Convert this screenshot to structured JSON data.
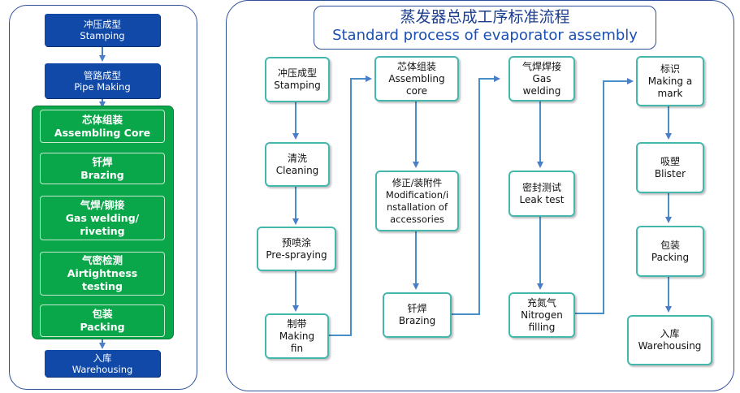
{
  "left_flow": {
    "stamping": {
      "zh": "冲压成型",
      "en": "Stamping"
    },
    "pipe_making": {
      "zh": "管路成型",
      "en": "Pipe Making"
    },
    "assembling_core": {
      "zh": "芯体组装",
      "en": "Assembling Core"
    },
    "brazing": {
      "zh": "钎焊",
      "en": "Brazing"
    },
    "gas_welding": {
      "zh": "气焊/铆接",
      "en1": "Gas welding/",
      "en2": "riveting"
    },
    "airtightness": {
      "zh": "气密检测",
      "en1": "Airtightness",
      "en2": "testing"
    },
    "packing": {
      "zh": "包装",
      "en": "Packing"
    },
    "warehousing": {
      "zh": "入库",
      "en": "Warehousing"
    }
  },
  "title": {
    "zh": "蒸发器总成工序标准流程",
    "en": "Standard process of evaporator assembly"
  },
  "right_flow": {
    "stamping": {
      "zh": "冲压成型",
      "en": "Stamping"
    },
    "cleaning": {
      "zh": "清洗",
      "en": "Cleaning"
    },
    "pre_spraying": {
      "zh": "预喷涂",
      "en": "Pre-spraying"
    },
    "making_fin": {
      "zh": "制带",
      "en1": "Making",
      "en2": "fin"
    },
    "assembling_core": {
      "zh": "芯体组装",
      "en1": "Assembling",
      "en2": "core"
    },
    "modification": {
      "zh": "修正/装附件",
      "en1": "Modification/i",
      "en2": "nstallation of",
      "en3": "accessories"
    },
    "brazing": {
      "zh": "钎焊",
      "en": "Brazing"
    },
    "gas_welding": {
      "zh": "气焊焊接",
      "en1": "Gas",
      "en2": "welding"
    },
    "leak_test": {
      "zh": "密封测试",
      "en": "Leak test"
    },
    "nitrogen": {
      "zh": "充氮气",
      "en1": "Nitrogen",
      "en2": "filling"
    },
    "making_mark": {
      "zh": "标识",
      "en1": "Making a",
      "en2": "mark"
    },
    "blister": {
      "zh": "吸塑",
      "en": "Blister"
    },
    "packing": {
      "zh": "包装",
      "en": "Packing"
    },
    "warehousing": {
      "zh": "入库",
      "en": "Warehousing"
    }
  },
  "colors": {
    "blue_node": "#1049a8",
    "green_node": "#0aa74a",
    "teal_border": "#45b8ad",
    "arrow": "#4a8ec8"
  }
}
